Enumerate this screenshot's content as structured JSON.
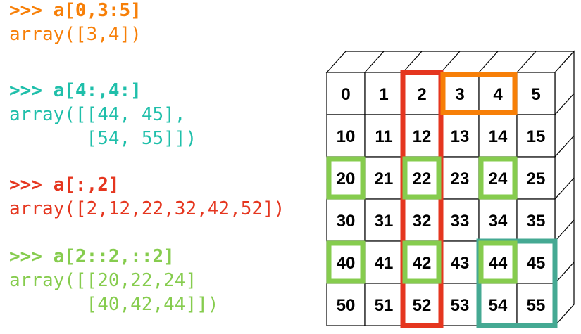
{
  "examples": [
    {
      "prompt": ">>> a[0,3:5]",
      "result": [
        "array([3,4])"
      ],
      "color": "#f77f07"
    },
    {
      "prompt": ">>> a[4:,4:]",
      "result": [
        "array([[44, 45],",
        "       [54, 55]])"
      ],
      "color": "#1fbfaa"
    },
    {
      "prompt": ">>> a[:,2]",
      "result": [
        "array([2,12,22,32,42,52])"
      ],
      "color": "#e5361f"
    },
    {
      "prompt": ">>> a[2::2,::2]",
      "result": [
        "array([[20,22,24]",
        "       [40,42,44]])"
      ],
      "color": "#86cc4e"
    }
  ],
  "grid": {
    "rows": [
      [
        "0",
        "1",
        "2",
        "3",
        "4",
        "5"
      ],
      [
        "10",
        "11",
        "12",
        "13",
        "14",
        "15"
      ],
      [
        "20",
        "21",
        "22",
        "23",
        "24",
        "25"
      ],
      [
        "30",
        "31",
        "32",
        "33",
        "34",
        "35"
      ],
      [
        "40",
        "41",
        "42",
        "43",
        "44",
        "45"
      ],
      [
        "50",
        "51",
        "52",
        "53",
        "54",
        "55"
      ]
    ]
  },
  "highlights": {
    "orange": "#f77f07",
    "red": "#e5361f",
    "green": "#86cc4e",
    "teal": "#45a993"
  }
}
